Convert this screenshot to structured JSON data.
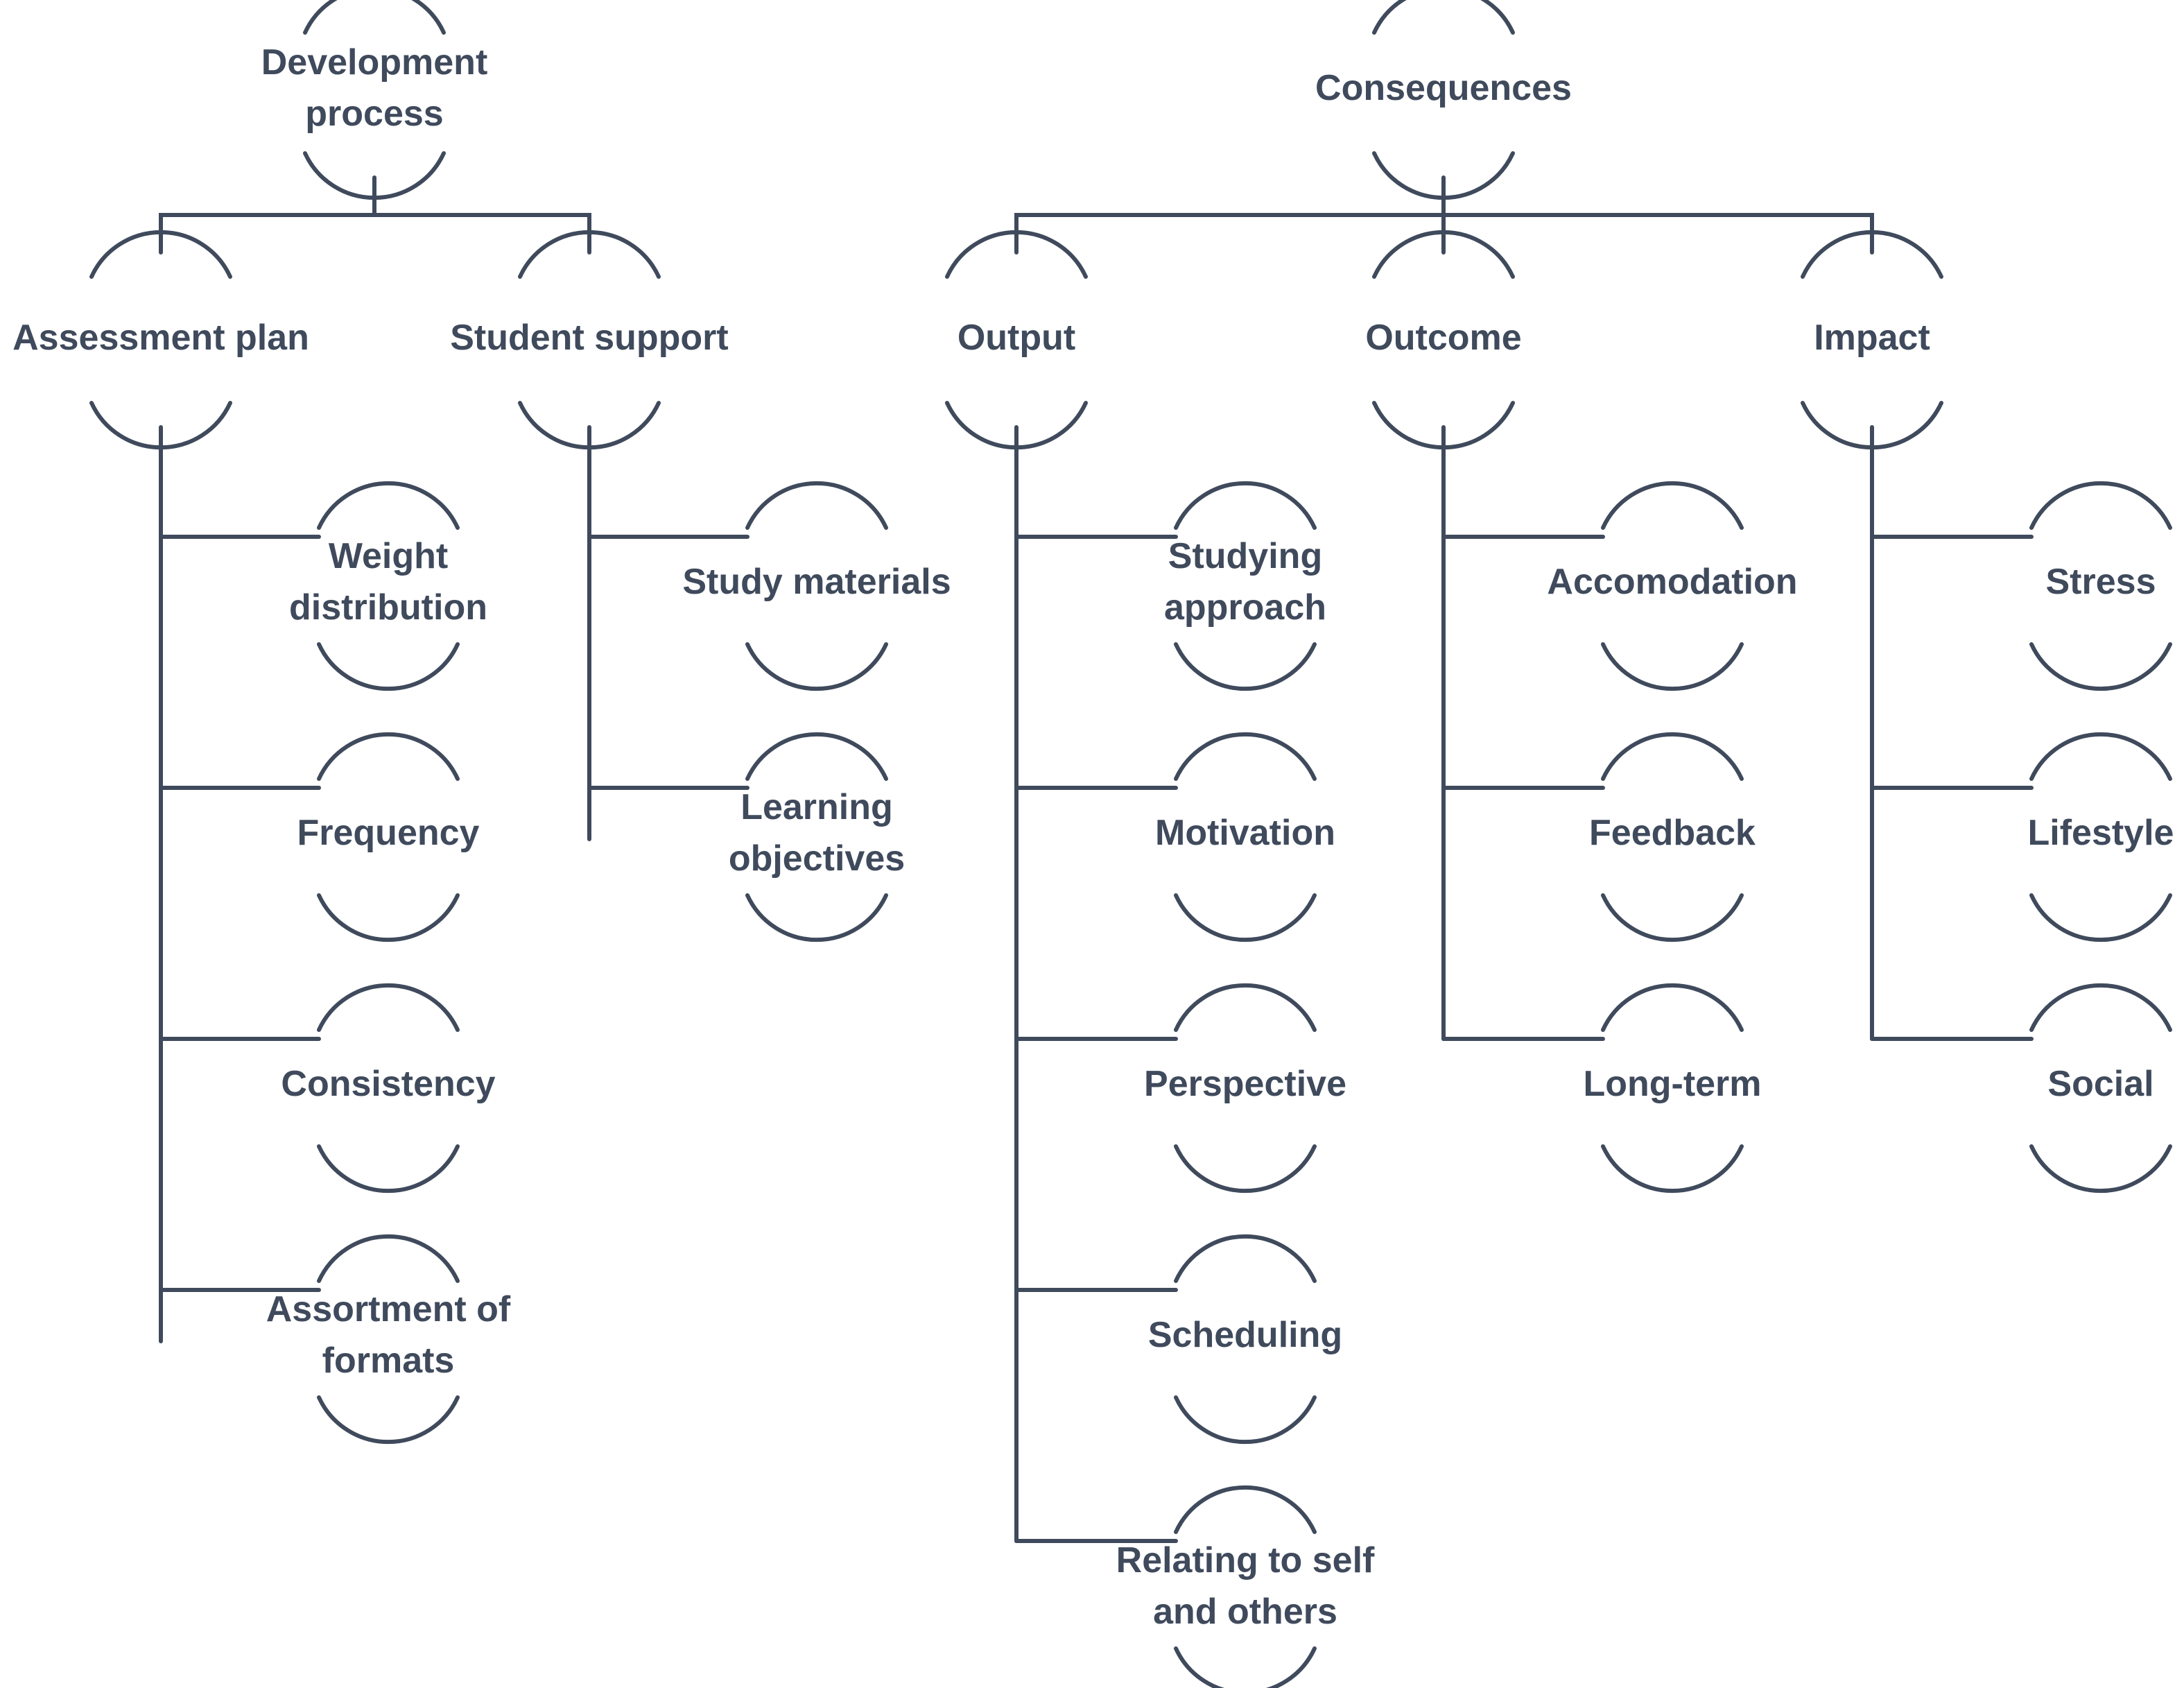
{
  "colors": {
    "ink": "#3f4a5c",
    "background": "#ffffff"
  },
  "groups": {
    "development": {
      "root": {
        "lines": [
          "Development",
          "process"
        ]
      },
      "assessment_plan": {
        "label": {
          "lines": [
            "Assessment plan"
          ]
        },
        "children": [
          {
            "lines": [
              "Weight",
              "distribution"
            ]
          },
          {
            "lines": [
              "Frequency"
            ]
          },
          {
            "lines": [
              "Consistency"
            ]
          },
          {
            "lines": [
              "Assortment of",
              "formats"
            ]
          }
        ]
      },
      "student_support": {
        "label": {
          "lines": [
            "Student support"
          ]
        },
        "children": [
          {
            "lines": [
              "Study materials"
            ]
          },
          {
            "lines": [
              "Learning",
              "objectives"
            ]
          }
        ]
      }
    },
    "consequences": {
      "root": {
        "lines": [
          "Consequences"
        ]
      },
      "output": {
        "label": {
          "lines": [
            "Output"
          ]
        },
        "children": [
          {
            "lines": [
              "Studying",
              "approach"
            ]
          },
          {
            "lines": [
              "Motivation"
            ]
          },
          {
            "lines": [
              "Perspective"
            ]
          },
          {
            "lines": [
              "Scheduling"
            ]
          },
          {
            "lines": [
              "Relating to self",
              "and others"
            ]
          }
        ]
      },
      "outcome": {
        "label": {
          "lines": [
            "Outcome"
          ]
        },
        "children": [
          {
            "lines": [
              "Accomodation"
            ]
          },
          {
            "lines": [
              "Feedback"
            ]
          },
          {
            "lines": [
              "Long-term"
            ]
          }
        ]
      },
      "impact": {
        "label": {
          "lines": [
            "Impact"
          ]
        },
        "children": [
          {
            "lines": [
              "Stress"
            ]
          },
          {
            "lines": [
              "Lifestyle"
            ]
          },
          {
            "lines": [
              "Social"
            ]
          }
        ]
      }
    }
  }
}
